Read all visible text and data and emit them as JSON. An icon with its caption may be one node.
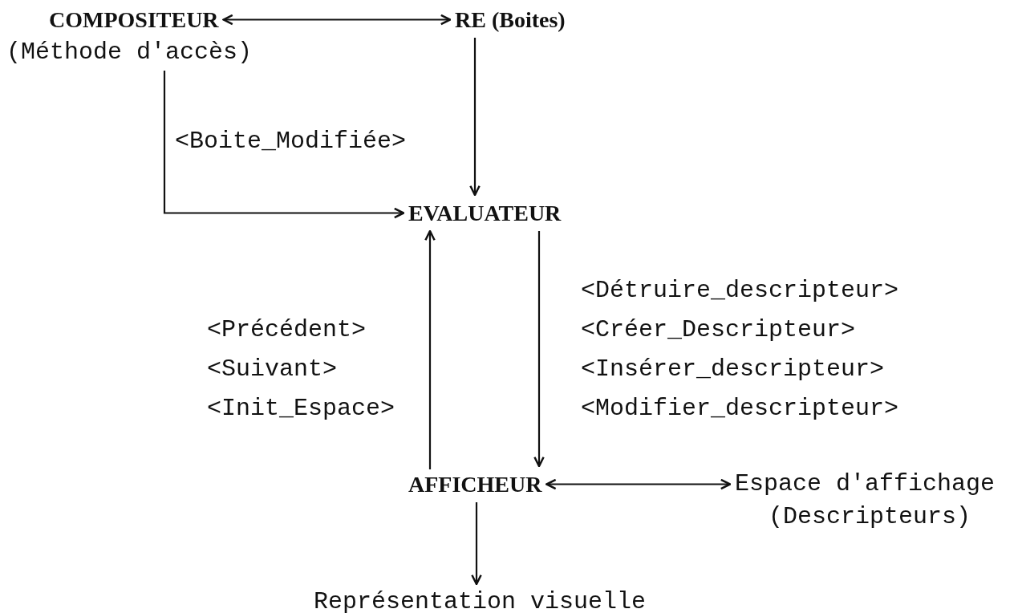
{
  "diagram": {
    "nodes": [
      {
        "text": [
          "COMPOSITEUR"
        ],
        "beside": [
          "(Méthode d'accès)"
        ]
      },
      {
        "text": [
          "RE (Boites)"
        ]
      },
      {
        "text": [
          "EVALUATEUR"
        ]
      },
      {
        "text": [
          "AFFICHEUR"
        ]
      },
      {
        "text": [
          "Espace d'affichage"
        ],
        "beside": [
          "(Descripteurs)"
        ]
      },
      {
        "text": [
          "Représentation visuelle"
        ]
      }
    ],
    "edges": [
      {
        "from": 0,
        "to": 1,
        "arrow": "both"
      },
      {
        "from": 0,
        "to": 2,
        "arrow": "to",
        "label": "<Boite_Modifiée>"
      },
      {
        "from": 1,
        "to": 2,
        "arrow": "to"
      },
      {
        "from": 3,
        "to": 2,
        "arrow": "to"
      },
      {
        "from": 2,
        "to": 3,
        "arrow": "to"
      },
      {
        "from": 3,
        "to": 4,
        "arrow": "both"
      },
      {
        "from": 3,
        "to": 5,
        "arrow": "to"
      }
    ],
    "labels": [
      "<Précédent>",
      "<Suivant>",
      "<Init_Espace>",
      "<Détruire_descripteur>",
      "<Créer_Descripteur>",
      "<Insérer_descripteur>",
      "<Modifier_descripteur>"
    ]
  }
}
